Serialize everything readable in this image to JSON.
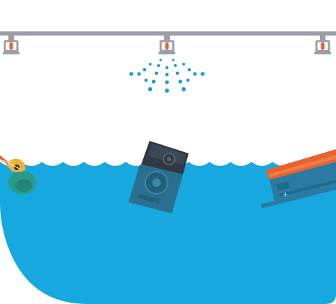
{
  "scene": {
    "background": "#ffffff",
    "colors": {
      "pipe": "#9a9ea6",
      "sprinkler_body": "#9a9ea6",
      "sprinkler_bulb": "#e8622c",
      "spray_drops": "#1a9bd7",
      "water": "#17a8e0",
      "water_dark": "#1590c2",
      "wave_foam": "#ffffff",
      "speaker_body": "#2f3a44",
      "speaker_submerged": "#2a6f8f",
      "guitar_body": "#f2b233",
      "guitar_submerged": "#2a9b8a",
      "case_orange": "#e8622c",
      "case_submerged": "#2a7aa2"
    },
    "sprinklers": [
      {
        "name": "left-sprinkler",
        "icon": "sprinkler-head-icon",
        "spraying": false
      },
      {
        "name": "center-sprinkler",
        "icon": "sprinkler-head-icon",
        "spraying": true
      },
      {
        "name": "right-sprinkler",
        "icon": "sprinkler-head-icon",
        "spraying": false
      }
    ],
    "floating_items": [
      {
        "name": "guitar",
        "icon": "acoustic-guitar-icon"
      },
      {
        "name": "speaker",
        "icon": "speaker-box-icon"
      },
      {
        "name": "instrument-case",
        "icon": "instrument-case-icon"
      }
    ]
  }
}
